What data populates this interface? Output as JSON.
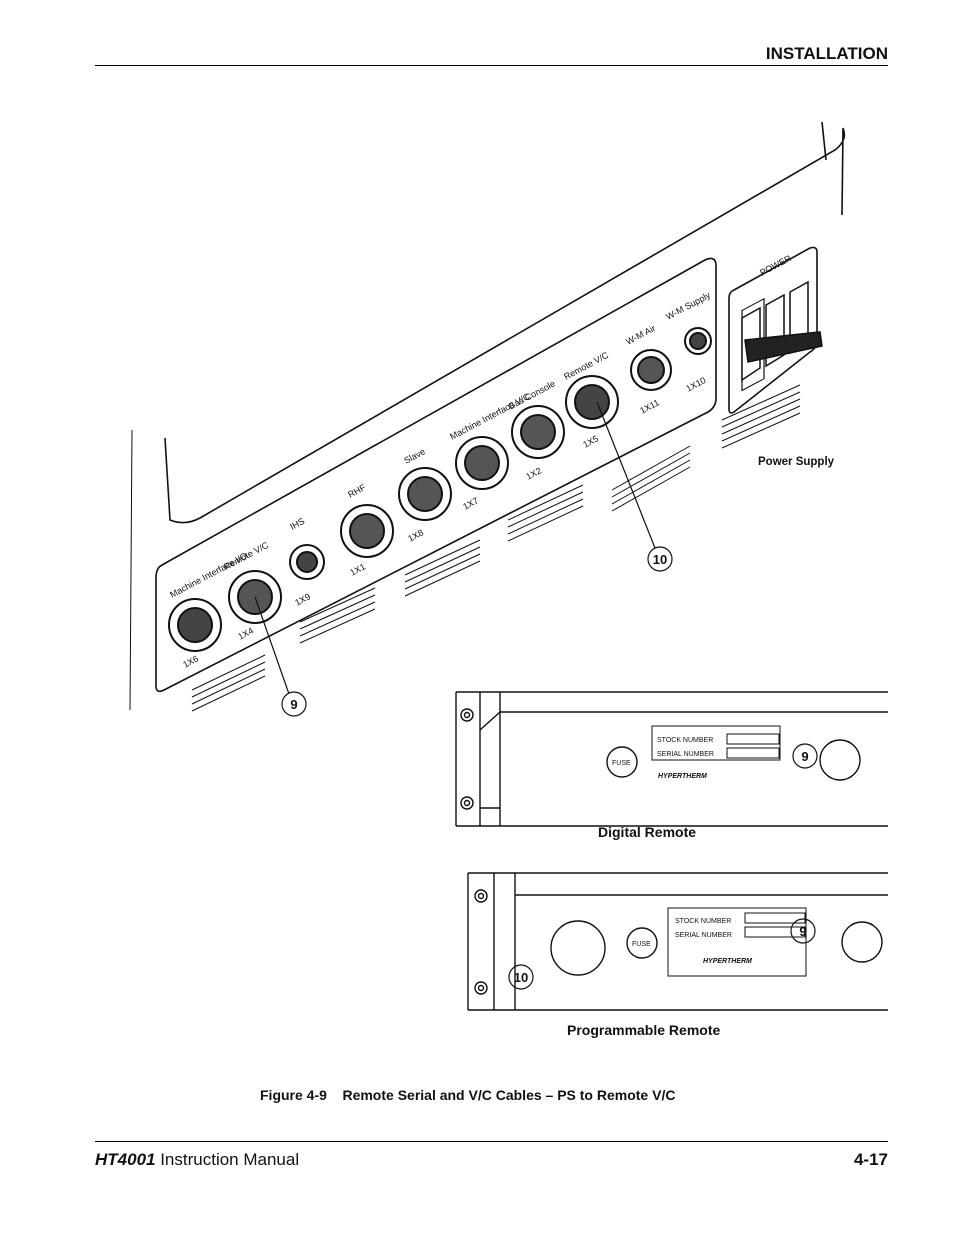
{
  "header": {
    "section": "INSTALLATION"
  },
  "figure": {
    "caption": "Figure 4-9    Remote Serial and V/C Cables – PS to Remote V/C",
    "labels": {
      "power_supply": "Power Supply",
      "digital_remote": "Digital Remote",
      "programmable_remote": "Programmable Remote"
    },
    "callouts": {
      "c9": "9",
      "c10": "10"
    },
    "panel_text": {
      "power": "POWER",
      "stock_number": "STOCK NUMBER",
      "serial_number": "SERIAL NUMBER",
      "fuse": "FUSE",
      "brand": "HYPERTHERM",
      "connectors": [
        {
          "name": "Machine Interface I/O",
          "id": "1X6"
        },
        {
          "name": "Remote V/C",
          "id": "1X4"
        },
        {
          "name": "IHS",
          "id": "1X9"
        },
        {
          "name": "RHF",
          "id": "1X1"
        },
        {
          "name": "Slave",
          "id": "1X8"
        },
        {
          "name": "Machine Interface V/C",
          "id": "1X7"
        },
        {
          "name": "Gas Console",
          "id": "1X2"
        },
        {
          "name": "Remote V/C",
          "id": "1X5"
        },
        {
          "name": "W-M Air",
          "id": "1X11"
        },
        {
          "name": "W-M Supply",
          "id": "1X10"
        }
      ]
    }
  },
  "footer": {
    "model": "HT4001",
    "manual": " Instruction Manual",
    "page": "4-17"
  }
}
